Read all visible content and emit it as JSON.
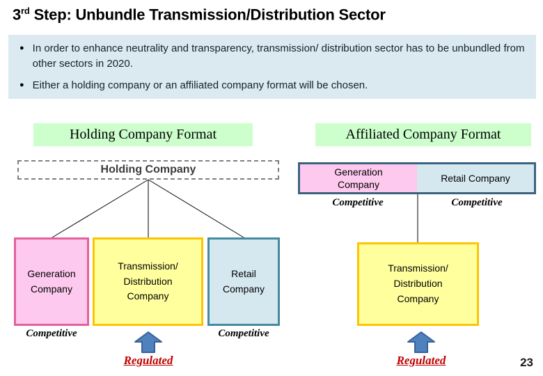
{
  "slide": {
    "title": {
      "num": "3",
      "sup": "rd",
      "rest": " Step: Unbundle Transmission/Distribution Sector"
    },
    "page_number": "23"
  },
  "bullet_marker": "●",
  "bullets": [
    "In order to enhance neutrality and transparency, transmission/ distribution sector has to be unbundled from other sectors in 2020.",
    "Either a holding company or an affiliated company format will be chosen."
  ],
  "holding_format": {
    "header": "Holding Company Format",
    "parent_box": "Holding Company",
    "generation": {
      "label": "Generation\nCompany",
      "status": "Competitive"
    },
    "transmission": {
      "label": "Transmission/\nDistribution\nCompany",
      "status": "Regulated"
    },
    "retail": {
      "label": "Retail\nCompany",
      "status": "Competitive"
    }
  },
  "affiliated_format": {
    "header": "Affiliated Company Format",
    "generation": {
      "label": "Generation\nCompany",
      "status": "Competitive"
    },
    "retail": {
      "label": "Retail Company",
      "status": "Competitive"
    },
    "transmission": {
      "label": "Transmission/\nDistribution\nCompany",
      "status": "Regulated"
    }
  },
  "colors": {
    "bullet_box_bg": "#dbe9f1",
    "header_bg": "#ccffcc",
    "generation_fill": "#fdc9ee",
    "generation_border": "#e4609d",
    "transmission_fill": "#ffff9e",
    "transmission_border": "#fdc400",
    "retail_fill": "#d5e8f0",
    "retail_border": "#4589a0",
    "affiliated_border": "#3a627f",
    "arrow_fill": "#4f81bd",
    "arrow_border": "#38609c",
    "regulated_color": "#c00000"
  }
}
